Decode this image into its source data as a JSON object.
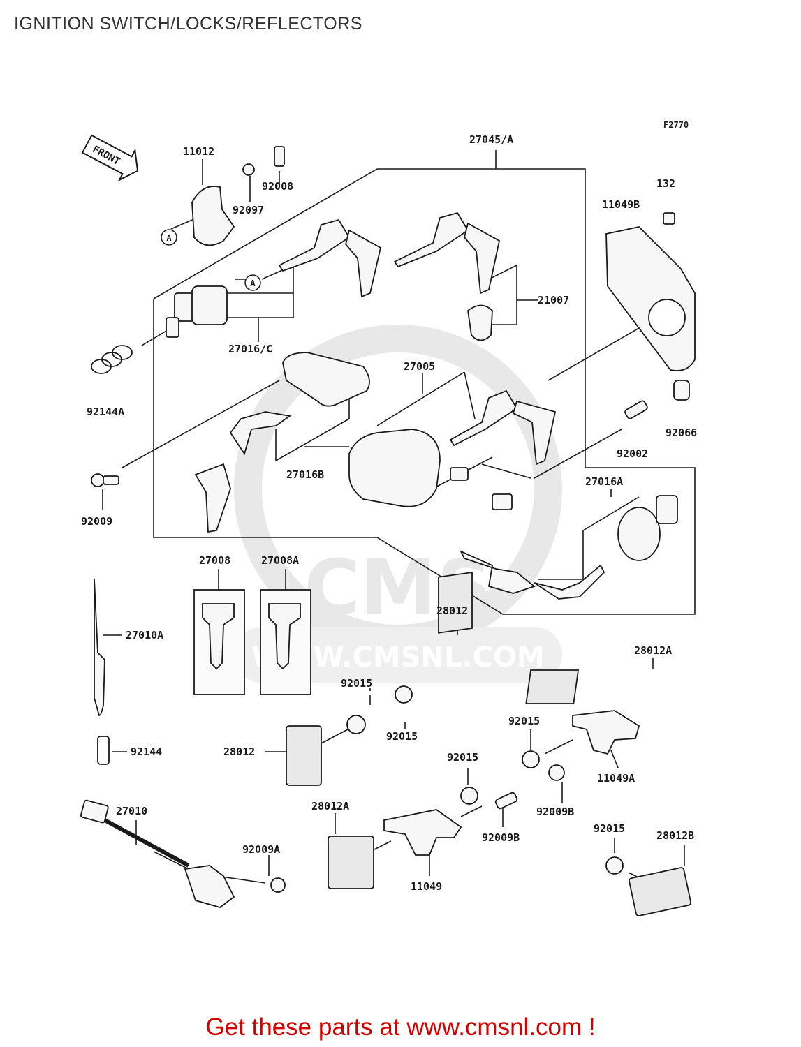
{
  "title": "IGNITION SWITCH/LOCKS/REFLECTORS",
  "figure_code": "F2770",
  "front_label": "FRONT",
  "watermark": {
    "brand": "CMS",
    "url": "WWW.CMSNL.COM"
  },
  "callout_marker": "A",
  "part_labels": {
    "p11012": "11012",
    "p92008": "92008",
    "p92097": "92097",
    "p27045A": "27045/A",
    "p132": "132",
    "p11049B": "11049B",
    "p21007": "21007",
    "p27016C": "27016/C",
    "p92144A": "92144A",
    "p27005": "27005",
    "p92066": "92066",
    "p92002": "92002",
    "p27016B": "27016B",
    "p92009": "92009",
    "p27016A": "27016A",
    "p27008": "27008",
    "p27008A": "27008A",
    "p27010A": "27010A",
    "p28012_top": "28012",
    "p28012A_right": "28012A",
    "p92015_a": "92015",
    "p92015_b": "92015",
    "p92015_c": "92015",
    "p92015_d": "92015",
    "p92015_e": "92015",
    "p28012_left": "28012",
    "p92144": "92144",
    "p11049A": "11049A",
    "p92009B_right": "92009B",
    "p27010": "27010",
    "p28012A_mid": "28012A",
    "p92009B_mid": "92009B",
    "p92009A": "92009A",
    "p11049": "11049",
    "p28012B": "28012B"
  },
  "footer_cta": "Get these parts at www.cmsnl.com !",
  "colors": {
    "title": "#333333",
    "cta": "#d40000",
    "line": "#1a1a1a",
    "part_fill": "#f2f2f2",
    "watermark": "#e6e6e6"
  }
}
